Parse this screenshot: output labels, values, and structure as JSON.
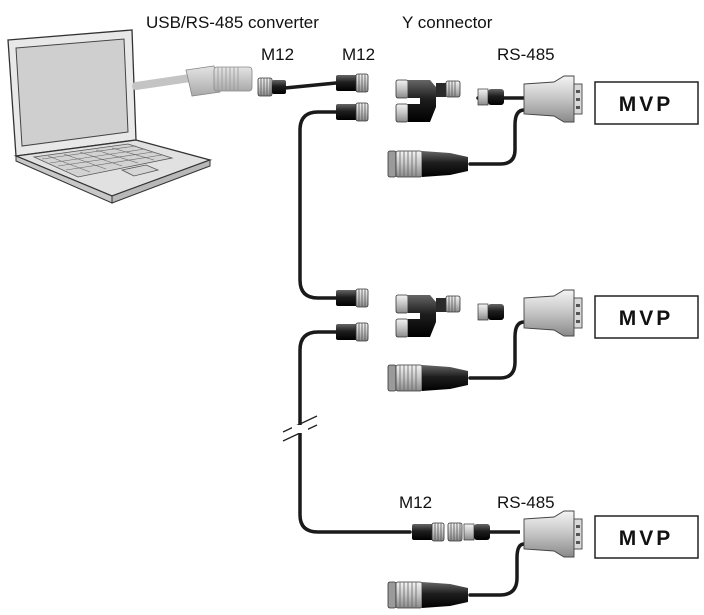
{
  "labels": {
    "converter": "USB/RS-485 converter",
    "y_connector": "Y connector",
    "m12_a": "M12",
    "m12_b": "M12",
    "rs485_top": "RS-485",
    "m12_bottom": "M12",
    "rs485_bottom": "RS-485"
  },
  "devices": [
    {
      "label": "MVP"
    },
    {
      "label": "MVP"
    },
    {
      "label": "MVP"
    }
  ],
  "colors": {
    "cable": "#1a1a1a",
    "usb_cable": "#c8c8c8",
    "connector_light": "#cfcfcf",
    "connector_dark": "#2b2b2b",
    "laptop_body": "#e6e6e6"
  }
}
